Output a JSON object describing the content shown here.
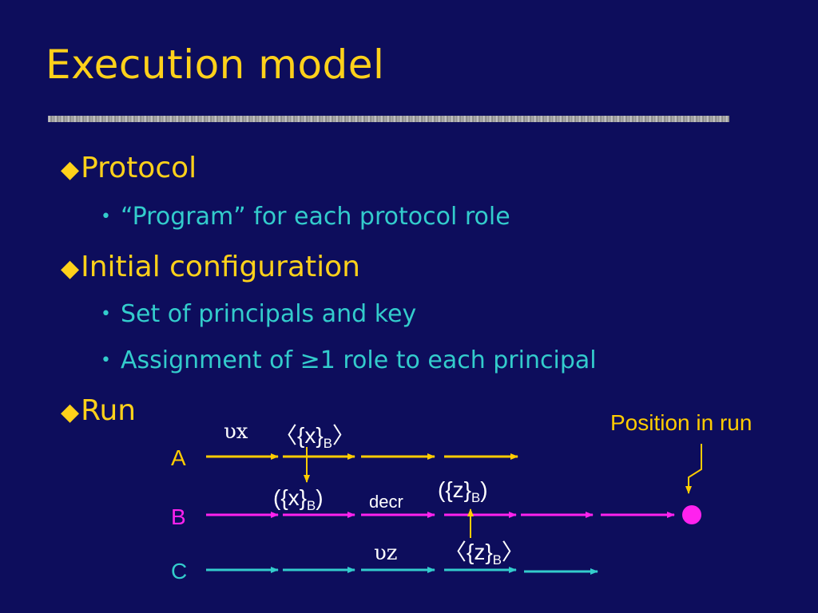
{
  "title": "Execution model",
  "bullets": [
    {
      "text": "Protocol",
      "level": 1
    },
    {
      "text": "“Program” for each protocol role",
      "level": 2
    },
    {
      "text": "Initial configuration",
      "level": 1
    },
    {
      "text": "Set of principals and key",
      "level": 2
    },
    {
      "text": "Assignment of ≥1 role to each principal",
      "level": 2
    },
    {
      "text": "Run",
      "level": 1
    }
  ],
  "diagram": {
    "roles": [
      "A",
      "B",
      "C"
    ],
    "labels": {
      "nu_x": "υx",
      "enc_x_out": "〈{x}",
      "enc_sub_b": "B",
      "enc_x_in": "({x}",
      "decr": "decr",
      "enc_z_in": "({z}",
      "nu_z": "υz",
      "enc_z_out": "〈{z}",
      "position": "Position in run"
    },
    "colors": {
      "A": "#ffcc00",
      "B": "#ff22ee",
      "C": "#33cccc",
      "label_white": "#ffffff"
    }
  }
}
